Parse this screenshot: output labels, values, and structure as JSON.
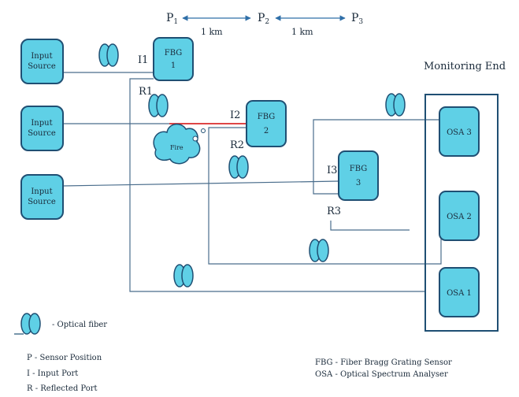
{
  "sensors": {
    "p1": "P",
    "p1_sub": "1",
    "p2": "P",
    "p2_sub": "2",
    "p3": "P",
    "p3_sub": "3",
    "dist1": "1 km",
    "dist2": "1 km"
  },
  "sources": [
    "Input\nSource",
    "Input\nSource",
    "Input\nSource"
  ],
  "fbg": {
    "fbg1": {
      "name": "FBG",
      "num": "1"
    },
    "fbg2": {
      "name": "FBG",
      "num": "2"
    },
    "fbg3": {
      "name": "FBG",
      "num": "3"
    }
  },
  "ports": {
    "i1": "I1",
    "r1": "R1",
    "i2": "I2",
    "r2": "R2",
    "i3": "I3",
    "r3": "R3"
  },
  "fire": "Fire",
  "monitoring": {
    "title": "Monitoring End",
    "osa3": "OSA 3",
    "osa2": "OSA 2",
    "osa1": "OSA 1"
  },
  "legend": {
    "optical_fiber": "- Optical fiber",
    "p": "P - Sensor Position",
    "i": "I - Input Port",
    "r": "R - Reflected Port",
    "fbg": "FBG - Fiber Bragg Grating Sensor",
    "osa": "OSA - Optical Spectrum Analyser"
  },
  "colors": {
    "box_fill": "#5fd0e6",
    "box_stroke": "#1f4f73",
    "wire": "#4a6d8c",
    "laser": "#e03030"
  }
}
